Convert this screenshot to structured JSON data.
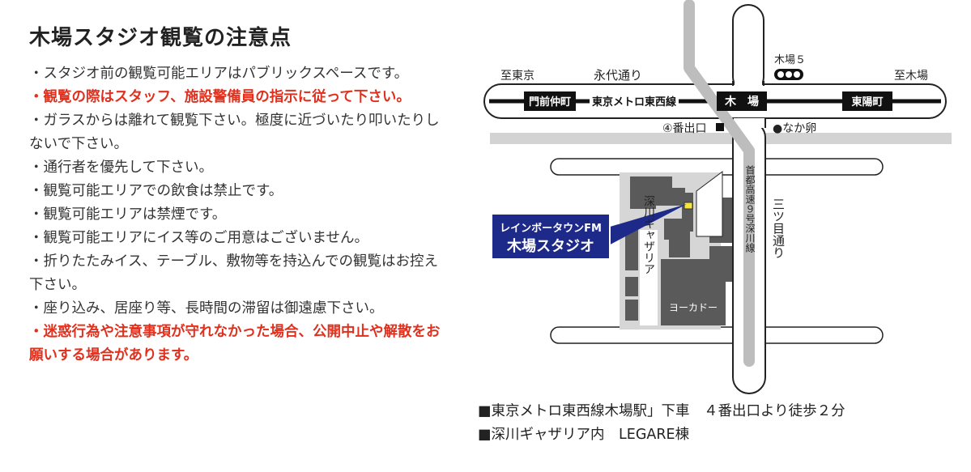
{
  "title": "木場スタジオ観覧の注意点",
  "notes": [
    {
      "text": "・スタジオ前の観覧可能エリアはパブリックスペースです。",
      "emphasis": false
    },
    {
      "text": "・観覧の際はスタッフ、施設警備員の指示に従って下さい。",
      "emphasis": true
    },
    {
      "text": "・ガラスからは離れて観覧下さい。極度に近づいたり叩いたりしないで下さい。",
      "emphasis": false
    },
    {
      "text": "・通行者を優先して下さい。",
      "emphasis": false
    },
    {
      "text": "・観覧可能エリアでの飲食は禁止です。",
      "emphasis": false
    },
    {
      "text": "・観覧可能エリアは禁煙です。",
      "emphasis": false
    },
    {
      "text": "・観覧可能エリアにイス等のご用意はございません。",
      "emphasis": false
    },
    {
      "text": "・折りたたみイス、テーブル、敷物等を持込んでの観覧はお控え下さい。",
      "emphasis": false
    },
    {
      "text": "・座り込み、居座り等、長時間の滞留は御遠慮下さい。",
      "emphasis": false
    },
    {
      "text": "・迷惑行為や注意事項が守れなかった場合、公開中止や解散をお願いする場合があります。",
      "emphasis": true
    }
  ],
  "map": {
    "to_tokyo": "至東京",
    "eitai_dori": "永代通り",
    "kiba5": "木場５",
    "to_kiba": "至木場",
    "station_monzen": "門前仲町",
    "metro_line": "東京メトロ東西線",
    "station_kiba": "木　場",
    "station_toyo": "東陽町",
    "exit4": "④番出口",
    "nakatamago": "●なか卵",
    "studio_line1": "レインボータウンFM",
    "studio_line2": "木場スタジオ",
    "galleria": "深川ギャザリア",
    "yokado": "ヨーカドー",
    "expressway": "首都高速９号深川線",
    "mitsume": "三ツ目通り"
  },
  "access": [
    "■東京メトロ東西線木場駅」下車　４番出口より徒歩２分",
    "■深川ギャザリア内　LEGARE棟"
  ],
  "colors": {
    "emphasis": "#e0301e",
    "studio_box": "#1e2a8a",
    "road": "#ffffff",
    "highway": "#bdbdbd",
    "building": "#5a5a5a",
    "block": "#d6d6d6",
    "studio_marker": "#f4e63a"
  }
}
